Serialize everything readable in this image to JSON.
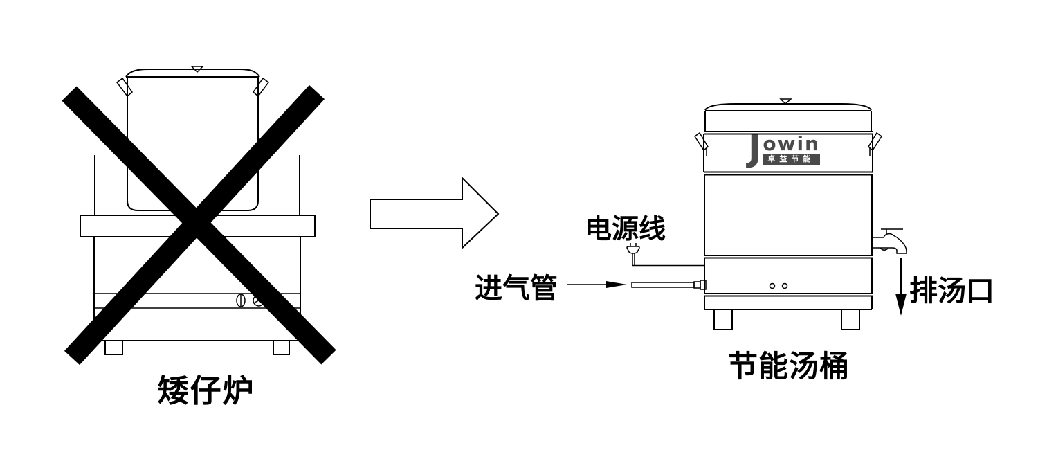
{
  "diagram": {
    "left": {
      "caption": "矮仔炉"
    },
    "right": {
      "caption": "节能汤桶",
      "power_cord_label": "电源线",
      "intake_pipe_label": "进气管",
      "soup_outlet_label": "排汤口",
      "logo": {
        "brand_initial": "J",
        "brand_rest": "owin",
        "subtext": "卓益节能"
      }
    },
    "colors": {
      "line": "#000000",
      "background": "#ffffff",
      "logo_gray": "#4a4a4a"
    }
  }
}
